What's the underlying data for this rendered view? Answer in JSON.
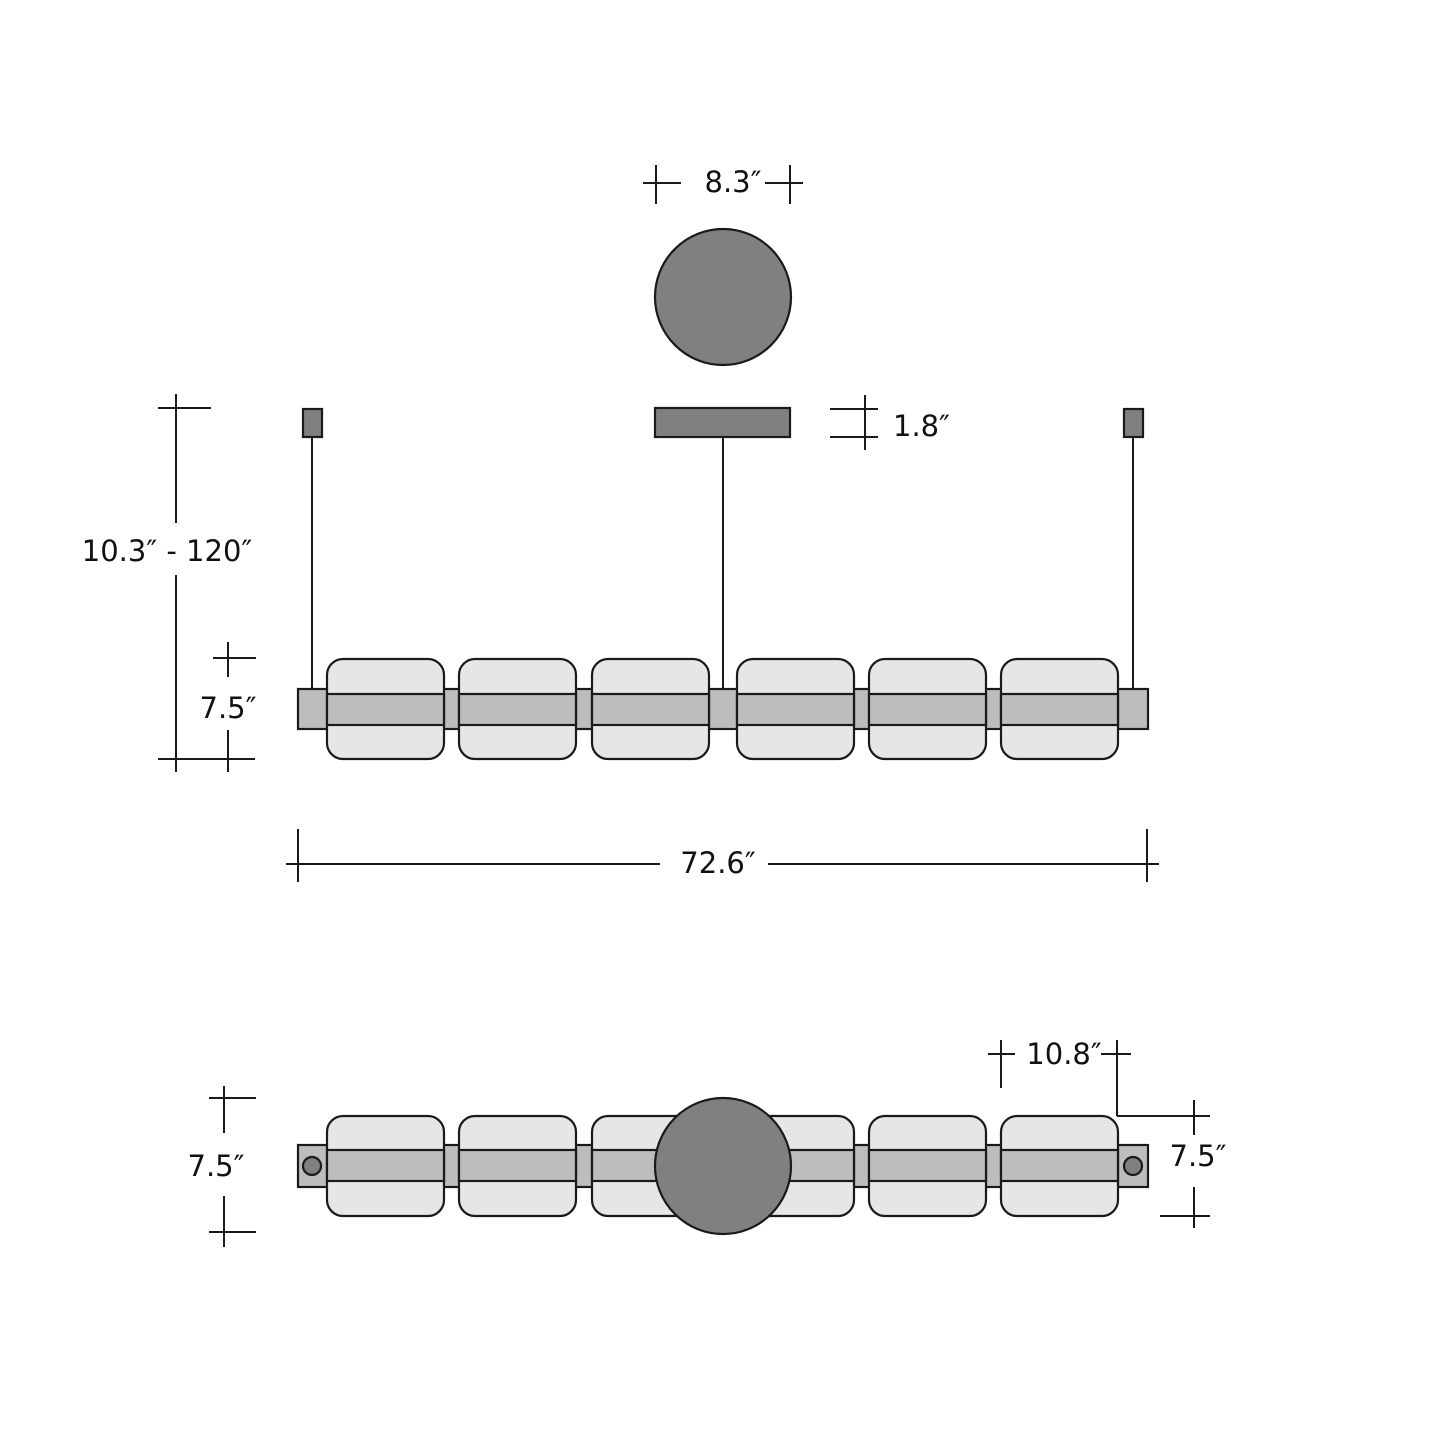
{
  "dimensions": {
    "canopy_diameter": "8.3″",
    "canopy_height": "1.8″",
    "suspension_length": "10.3″ - 120″",
    "fixture_height_front": "7.5″",
    "overall_length": "72.6″",
    "fixture_depth": "10.8″",
    "fixture_height_top_left": "7.5″",
    "fixture_height_top_right": "7.5″"
  },
  "colors": {
    "canopy_fill": "#808080",
    "glass_fill": "#e6e6e6",
    "bar_fill": "#bdbdbd",
    "line": "#1a1a1a"
  }
}
